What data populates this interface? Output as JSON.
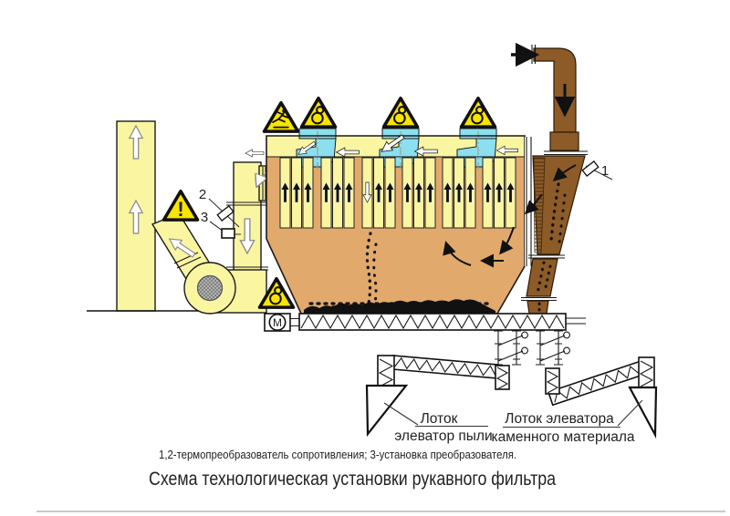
{
  "diagram": {
    "title": "Схема технологическая установки рукавного фильтра",
    "caption": "1,2-термопреобразователь сопротивления; 3-установка преобразователя.",
    "callouts": {
      "c1": "1",
      "c2": "2",
      "c3": "3"
    },
    "trays": {
      "dust_line1": "Лоток",
      "dust_line2": "элеватор пыли",
      "stone_line1": "Лоток элеватора",
      "stone_line2": "каменного материала"
    },
    "motor_label": "M",
    "exclamation": "!"
  },
  "icons": {
    "warning_slip": "slip-hazard-triangle",
    "warning_rotating": "rotating-parts-hazard-triangle",
    "warning_general": "general-danger-triangle",
    "sensor": "thermo-sensor-symbol",
    "motor": "motor-circle-M"
  },
  "colors": {
    "duct_yellow": "#FAF5A1",
    "interior_tan": "#E2A96C",
    "pipe_brown": "#8D5B28",
    "port_cyan": "#8BDFEE",
    "warning_yellow": "#F8E400"
  }
}
